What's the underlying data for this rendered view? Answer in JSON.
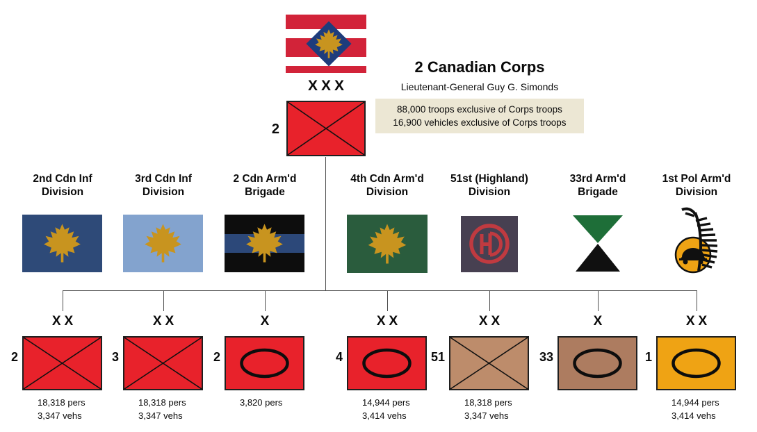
{
  "corps": {
    "echelon": "XXX",
    "number": "2",
    "title": "2 Canadian Corps",
    "commander": "Lieutenant-General Guy G. Simonds",
    "info_line1": "88,000 troops exclusive of Corps troops",
    "info_line2": "16,900 vehicles exclusive of Corps troops"
  },
  "columns": [
    {
      "name": "2nd Cdn Inf\nDivision",
      "echelon": "XX",
      "number": "2",
      "pers": "18,318 pers",
      "vehs": "3,347 vehs"
    },
    {
      "name": "3rd Cdn Inf\nDivision",
      "echelon": "XX",
      "number": "3",
      "pers": "18,318 pers",
      "vehs": "3,347 vehs"
    },
    {
      "name": "2 Cdn Arm'd\nBrigade",
      "echelon": "X",
      "number": "2",
      "pers": "3,820 pers",
      "vehs": ""
    },
    {
      "name": "4th Cdn Arm'd\nDivision",
      "echelon": "XX",
      "number": "4",
      "pers": "14,944 pers",
      "vehs": "3,414 vehs"
    },
    {
      "name": "51st (Highland)\nDivision",
      "echelon": "XX",
      "number": "51",
      "pers": "18,318 pers",
      "vehs": "3,347 vehs"
    },
    {
      "name": "33rd Arm'd\nBrigade",
      "echelon": "X",
      "number": "33",
      "pers": "",
      "vehs": ""
    },
    {
      "name": "1st Pol Arm'd\nDivision",
      "echelon": "XX",
      "number": "1",
      "pers": "14,944 pers",
      "vehs": "3,414 vehs"
    }
  ],
  "colors": {
    "flag_red": "#d22339",
    "flag_white": "#ffffff",
    "flag_navy": "#1e3c7c",
    "leaf_gold": "#c8941f",
    "box_red": "#e8222b",
    "box_tan_light": "#bd8c6b",
    "box_tan_dark": "#ad7c60",
    "box_orange": "#efa314",
    "patch_navy": "#2e4a78",
    "patch_steel_blue": "#83a3ce",
    "patch_black": "#0d0d0d",
    "patch_stripe_navy": "#2c4879",
    "patch_green": "#2a5c3d",
    "patch_hd_bg": "#474051",
    "hd_red": "#c03a40",
    "hourglass_green": "#1e6e38",
    "hourglass_black": "#101010",
    "info_bg": "#ece7d4",
    "symbol_stroke": "#111111"
  }
}
